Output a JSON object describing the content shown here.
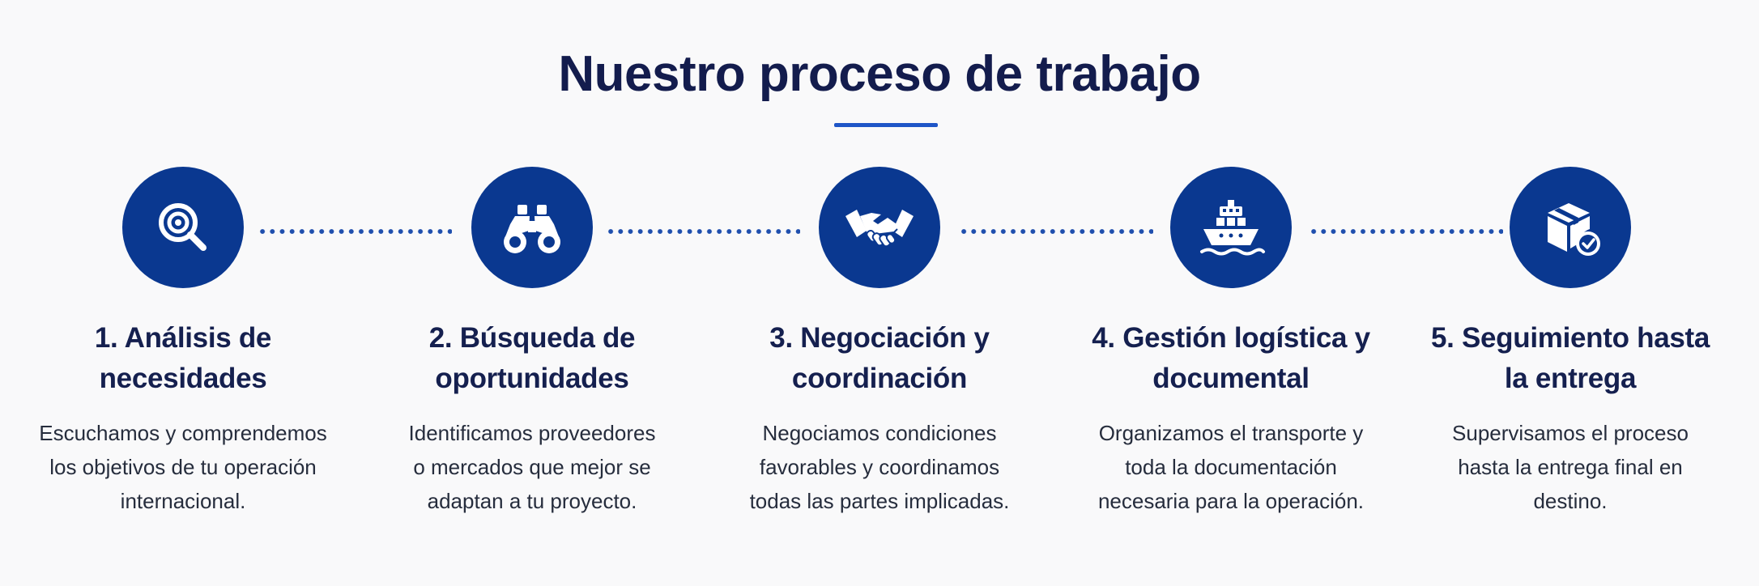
{
  "section": {
    "title": "Nuestro proceso de trabajo"
  },
  "colors": {
    "accent_blue": "#0a3890",
    "underline_blue": "#1f56c7",
    "dotted_line": "#1f4fae",
    "heading_navy": "#131c4d",
    "body_text": "#262d3d",
    "background": "#f9f9fa"
  },
  "steps": [
    {
      "icon": "magnifier-target-icon",
      "title_lines": [
        "1. Análisis de",
        "necesidades"
      ],
      "desc_lines": [
        "Escuchamos y comprendemos",
        "los objetivos de tu operación",
        "internacional."
      ]
    },
    {
      "icon": "binoculars-icon",
      "title_lines": [
        "2. Búsqueda de",
        "oportunidades"
      ],
      "desc_lines": [
        "Identificamos proveedores",
        "o mercados que mejor se",
        "adaptan a tu proyecto."
      ]
    },
    {
      "icon": "handshake-icon",
      "title_lines": [
        "3. Negociación y",
        "coordinación"
      ],
      "desc_lines": [
        "Negociamos condiciones",
        "favorables y coordinamos",
        "todas las partes implicadas."
      ]
    },
    {
      "icon": "cargo-ship-icon",
      "title_lines": [
        "4. Gestión logística y",
        "documental"
      ],
      "desc_lines": [
        "Organizamos el transporte y",
        "toda la documentación",
        "necesaria para la operación."
      ]
    },
    {
      "icon": "package-check-icon",
      "title_lines": [
        "5. Seguimiento hasta",
        "la entrega"
      ],
      "desc_lines": [
        "Supervisamos el proceso",
        "hasta la entrega final en",
        "destino."
      ]
    }
  ]
}
